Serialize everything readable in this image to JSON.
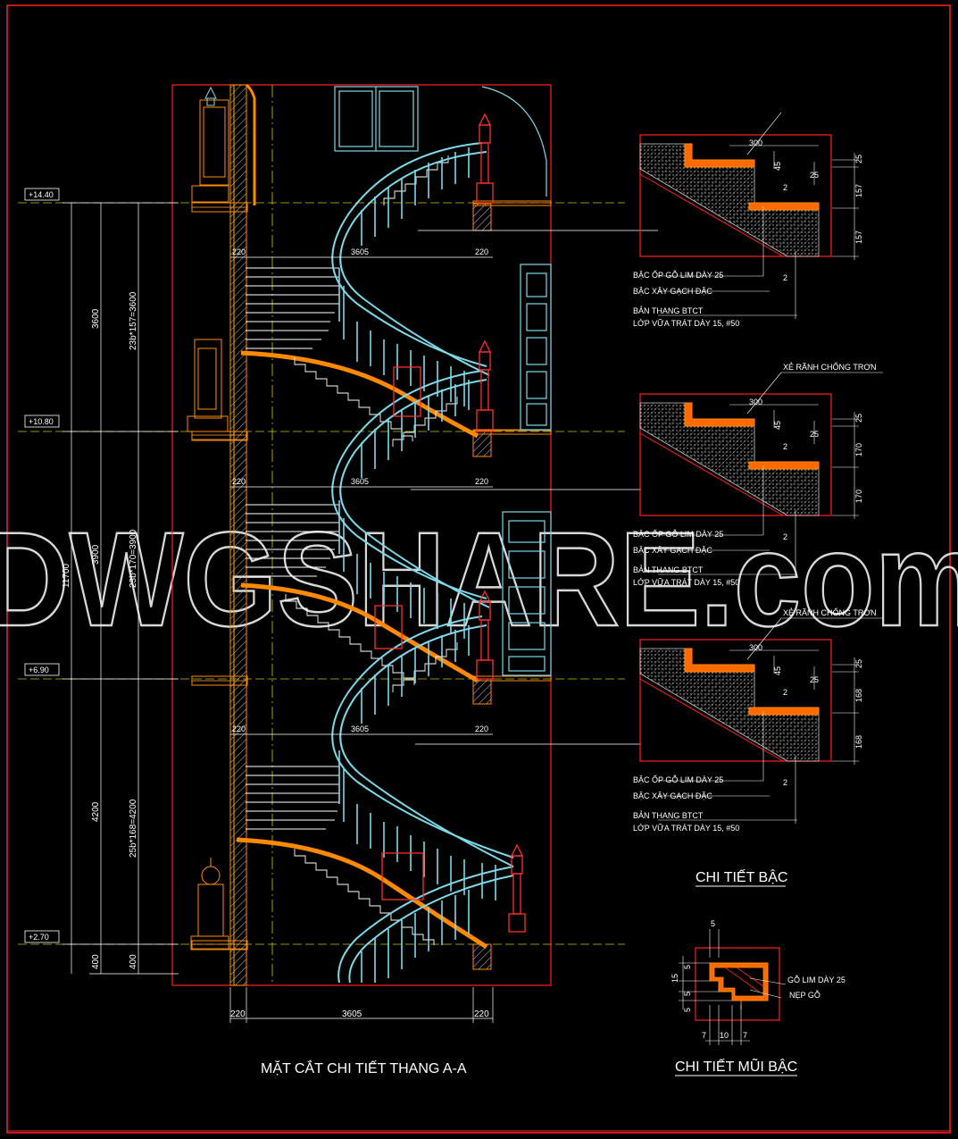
{
  "titles": {
    "section": "MẶT CẮT CHI TIẾT THANG A-A",
    "step_detail": "CHI TIẾT BẬC",
    "nosing_detail": "CHI TIẾT MŨI BẬC"
  },
  "watermark": "DWGSHARE.com",
  "levels": [
    "+14.40",
    "+10.80",
    "+6.90",
    "+2.70"
  ],
  "vertical_dims": {
    "total": "11700",
    "floor_heights": [
      "3600",
      "3900",
      "4200",
      "400"
    ],
    "riser_formulas": [
      "23b*157=3600",
      "23b*170=3900",
      "25b*168=4200",
      "400"
    ]
  },
  "horizontal_dims": [
    "220",
    "3605",
    "220"
  ],
  "step_details": [
    {
      "tread": "300",
      "top_pad": "25",
      "risers": [
        "157",
        "157"
      ],
      "labels": [
        "BẬC ỐP GỖ LIM DÀY 25",
        "BẬC XÂY GẠCH ĐẶC",
        "BẢN THANG BTCT",
        "LỚP VỮA TRÁT DÀY 15, #50"
      ],
      "note": "",
      "small": [
        "45",
        "25",
        "2",
        "2"
      ]
    },
    {
      "tread": "300",
      "top_pad": "25",
      "risers": [
        "170",
        "170"
      ],
      "labels": [
        "BẬC ỐP GỖ LIM DÀY 25",
        "BẬC XÂY GẠCH ĐẶC",
        "BẢN THANG BTCT",
        "LỚP VỮA TRÁT DÀY 15, #50"
      ],
      "note": "XẺ RÃNH CHỐNG TRƠN",
      "small": [
        "45",
        "25",
        "2",
        "2"
      ]
    },
    {
      "tread": "300",
      "top_pad": "25",
      "risers": [
        "168",
        "168"
      ],
      "labels": [
        "BẬC ỐP GỖ LIM DÀY 25",
        "BẬC XÂY GẠCH ĐẶC",
        "BẢN THANG BTCT",
        "LỚP VỮA TRÁT DÀY 15, #50"
      ],
      "note": "XẺ RÃNH CHỐNG TRƠN",
      "small": [
        "45",
        "25",
        "2",
        "2"
      ]
    }
  ],
  "nosing": {
    "labels": [
      "GỖ LIM DÀY 25",
      "NẸP GỖ"
    ],
    "dims_top": "5",
    "dims_left": [
      "5",
      "15",
      "5",
      "5"
    ],
    "dims_bottom": [
      "7",
      "10",
      "7"
    ]
  },
  "colors": {
    "frame": "#ff2020",
    "wood": "#ff7f00",
    "rail": "#7fd8e8",
    "dim": "#ffffff",
    "hatch": "#c8c8c8",
    "guide": "#d8d800"
  }
}
